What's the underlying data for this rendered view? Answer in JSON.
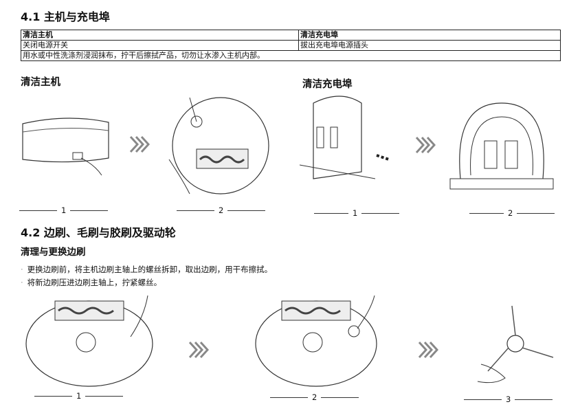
{
  "section_41": {
    "title": "4.1 主机与充电埠"
  },
  "table": {
    "head_left": "清洁主机",
    "head_right": "清洁充电埠",
    "row_left": "关闭电源开关",
    "row_right": "拔出充电埠电源插头",
    "note": "用水或中性洗涤剂浸润抹布，拧干后擦拭产品，切勿让水渗入主机内部。"
  },
  "sub_host": "清洁主机",
  "sub_dock": "清洁充电埠",
  "caps_top": [
    "1",
    "2",
    "1",
    "2"
  ],
  "section_42": {
    "title": "4.2 边刷、毛刷与胶刷及驱动轮"
  },
  "sub_side": "清理与更换边刷",
  "steps": [
    "更换边刷前，将主机边刷主轴上的螺丝拆卸，取出边刷，用干布擦拭。",
    "将新边刷压进边刷主轴上，拧紧螺丝。"
  ],
  "caps_bottom": [
    "1",
    "2",
    "3"
  ]
}
